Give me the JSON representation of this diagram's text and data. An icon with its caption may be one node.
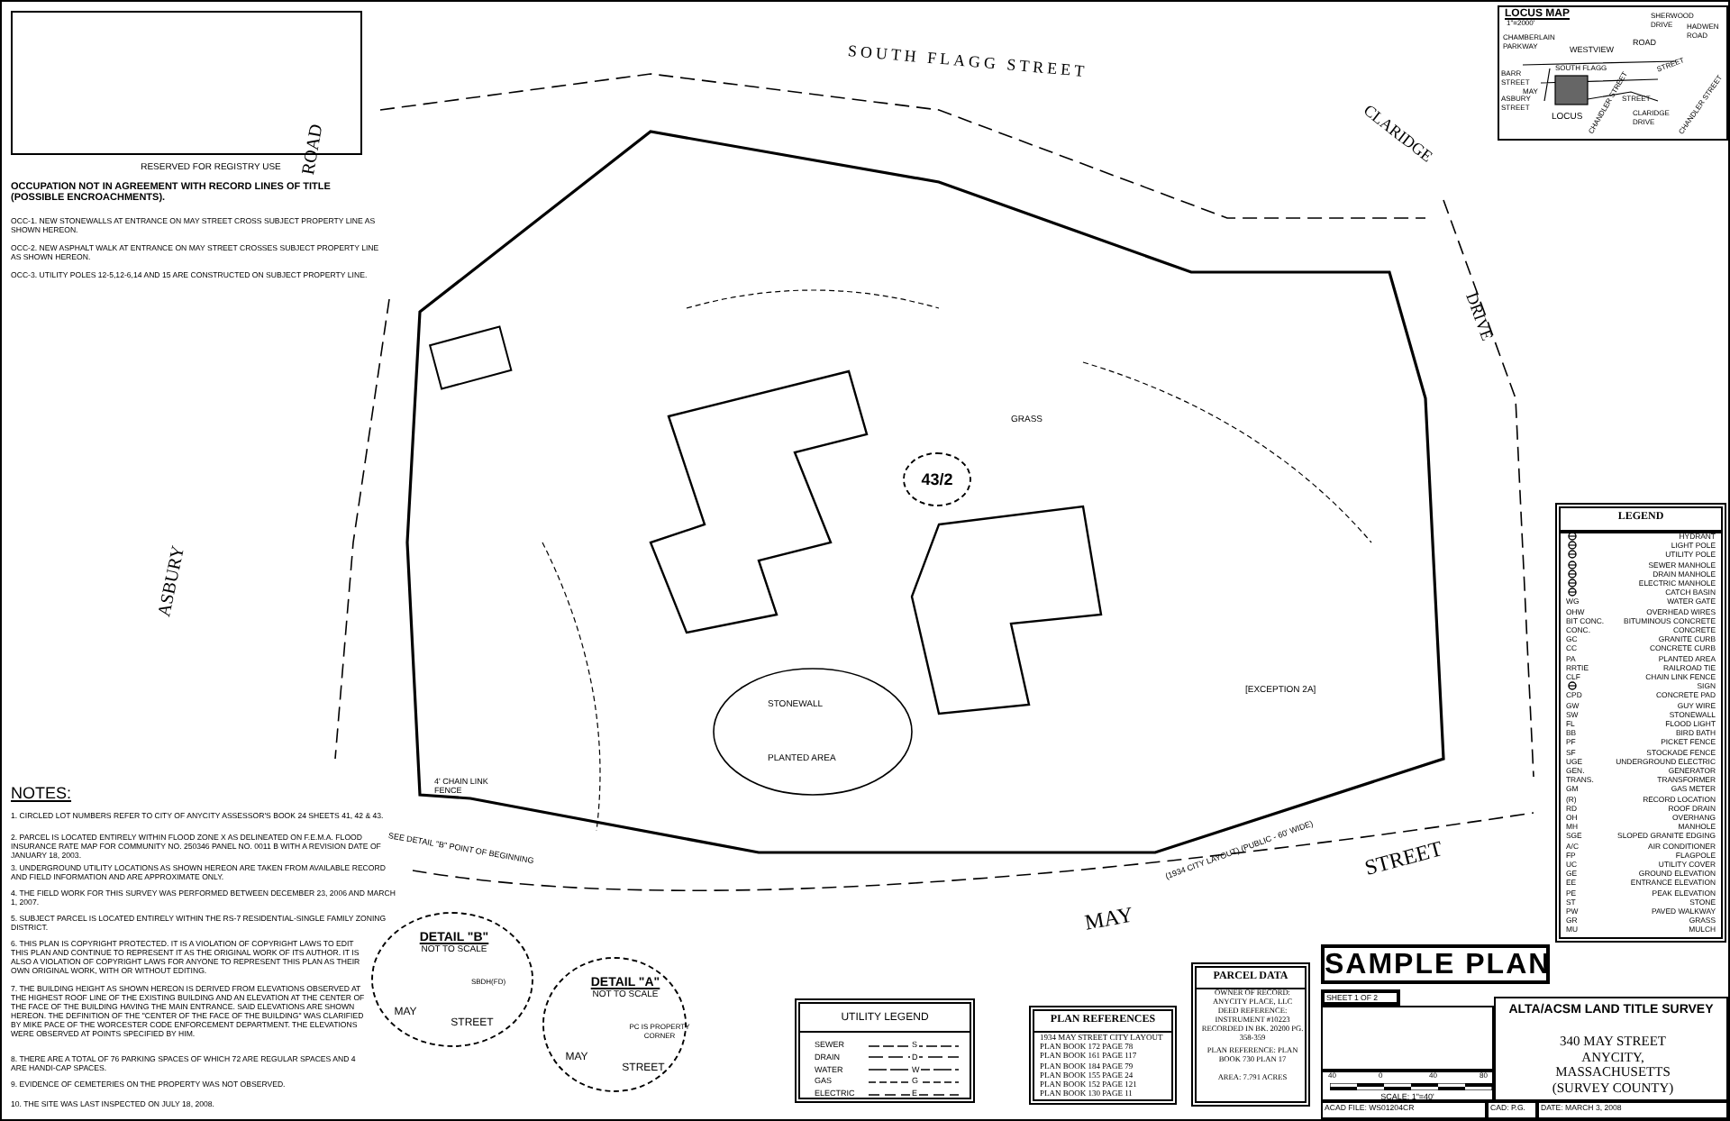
{
  "diagram": {
    "title": "SAMPLE PLAN",
    "nodes": [
      {
        "text": [
          "RESERVED FOR REGISTRY USE"
        ]
      },
      {
        "text": [
          "LOCUS MAP"
        ]
      },
      {
        "text": [
          "43/2"
        ]
      },
      {
        "text": [
          "DETAIL \"B\"",
          "NOT TO SCALE",
          "SBDH(FD)",
          "MAY",
          "STREET"
        ]
      },
      {
        "text": [
          "DETAIL \"A\"",
          "NOT TO SCALE",
          "PC IS PROPERTY CORNER",
          "MAY",
          "STREET"
        ]
      },
      {
        "text": [
          "UTILITY LEGEND"
        ]
      },
      {
        "text": [
          "PLAN REFERENCES",
          "1934 MAY STREET CITY LAYOUT",
          "PLAN BOOK 172 PAGE 78",
          "PLAN BOOK 161 PAGE 117",
          "PLAN BOOK 184 PAGE 79",
          "PLAN BOOK 155 PAGE 24",
          "PLAN BOOK 152 PAGE 121",
          "PLAN BOOK 130 PAGE 11"
        ]
      },
      {
        "text": [
          "PARCEL DATA",
          "OWNER OF RECORD: ANYCITY PLACE, LLC",
          "DEED REFERENCE: INSTRUMENT #10223 RECORDED IN BK. 20200 PG. 358-359",
          "PLAN REFERENCE: PLAN BOOK 730 PLAN 17",
          "AREA: 7.791 ACRES"
        ]
      },
      {
        "text": [
          "LEGEND"
        ]
      },
      {
        "text": [
          "SHEET 1 OF 2"
        ]
      },
      {
        "text": [],
        "shape": "box"
      },
      {
        "text": [
          "40",
          "0",
          "40",
          "80",
          "SCALE: 1\"=40'"
        ]
      },
      {
        "text": [
          "ALTA/ACSM LAND TITLE SURVEY",
          "340 MAY STREET ANYCITY, MASSACHUSETTS (SURVEY COUNTY)"
        ]
      },
      {
        "text": [
          "ACAD FILE: WS01204CR"
        ]
      },
      {
        "text": [
          "CAD: P.G."
        ]
      },
      {
        "text": [
          "DATE: MARCH 3, 2008"
        ]
      }
    ],
    "labels": [
      "OCCUPATION NOT IN AGREEMENT WITH RECORD LINES OF TITLE (POSSIBLE ENCROACHMENTS).",
      "OCC-1. NEW STONEWALLS AT ENTRANCE ON MAY STREET CROSS SUBJECT PROPERTY LINE AS SHOWN HEREON.",
      "OCC-2. NEW ASPHALT WALK AT ENTRANCE ON MAY STREET CROSSES SUBJECT PROPERTY LINE AS SHOWN HEREON.",
      "OCC-3. UTILITY POLES 12-5,12-6,14 AND 15 ARE CONSTRUCTED ON SUBJECT PROPERTY LINE.",
      "NOTES:",
      "1. CIRCLED LOT NUMBERS REFER TO CITY OF ANYCITY ASSESSOR'S BOOK 24 SHEETS 41, 42 & 43.",
      "2. PARCEL IS LOCATED ENTIRELY WITHIN FLOOD ZONE X AS DELINEATED ON F.E.M.A. FLOOD INSURANCE RATE MAP FOR COMMUNITY NO. 250346 PANEL NO. 0011 B WITH A REVISION DATE OF JANUARY 18, 2003.",
      "3. UNDERGROUND UTILITY LOCATIONS AS SHOWN HEREON ARE TAKEN FROM AVAILABLE RECORD AND FIELD INFORMATION AND ARE APPROXIMATE ONLY.",
      "4. THE FIELD WORK FOR THIS SURVEY WAS PERFORMED BETWEEN DECEMBER 23, 2006 AND MARCH 1, 2007.",
      "5. SUBJECT PARCEL IS LOCATED ENTIRELY WITHIN THE RS-7 RESIDENTIAL-SINGLE FAMILY ZONING DISTRICT.",
      "6. THIS PLAN IS COPYRIGHT PROTECTED. IT IS A VIOLATION OF COPYRIGHT LAWS TO EDIT THIS PLAN AND CONTINUE TO REPRESENT IT AS THE ORIGINAL WORK OF ITS AUTHOR. IT IS ALSO A VIOLATION OF COPYRIGHT LAWS FOR ANYONE TO REPRESENT THIS PLAN AS THEIR OWN ORIGINAL WORK, WITH OR WITHOUT EDITING.",
      "7. THE BUILDING HEIGHT AS SHOWN HEREON IS DERIVED FROM ELEVATIONS OBSERVED AT THE HIGHEST ROOF LINE OF THE EXISTING BUILDING AND AN ELEVATION AT THE CENTER OF THE FACE OF THE BUILDING HAVING THE MAIN ENTRANCE. SAID ELEVATIONS ARE SHOWN HEREON. THE DEFINITION OF THE \"CENTER OF THE FACE OF THE BUILDING\" WAS CLARIFIED BY MIKE PACE OF THE WORCESTER CODE ENFORCEMENT DEPARTMENT. THE ELEVATIONS WERE OBSERVED AT POINTS SPECIFIED BY HIM.",
      "8. THERE ARE A TOTAL OF 76 PARKING SPACES OF WHICH 72 ARE REGULAR SPACES AND 4 ARE HANDI-CAP SPACES.",
      "9. EVIDENCE OF CEMETERIES ON THE PROPERTY WAS NOT OBSERVED.",
      "10. THE SITE WAS LAST INSPECTED ON JULY 18, 2008.",
      "SOUTH FLAGG STREET",
      "CLARIDGE",
      "DRIVE",
      "ROAD",
      "ASBURY",
      "MAY",
      "STREET",
      "(1934 CITY LAYOUT) (PUBLIC - 60' WIDE)",
      "STONEWALL",
      "PLANTED AREA",
      "GRASS",
      "[EXCEPTION 2A]",
      "SEE DETAIL \"B\" POINT OF BEGINNING",
      "4' CHAIN LINK FENCE",
      "1\"=2000'",
      "CHAMBERLAIN PARKWAY",
      "WESTVIEW",
      "ROAD",
      "SHERWOOD DRIVE",
      "HADWEN ROAD",
      "SOUTH FLAGG",
      "STREET",
      "BARR STREET",
      "ASBURY STREET",
      "MAY",
      "LOCUS",
      "STREET",
      "CLARIDGE DRIVE",
      "CHANDLER STREET",
      "CHANDLER STREET",
      "S",
      "D",
      "W",
      "G",
      "E",
      "WG",
      "OHW",
      "BIT CONC.",
      "CONC.",
      "GC",
      "CC",
      "PA",
      "RRTIE",
      "CLF",
      "CPD",
      "GW",
      "SW",
      "FL",
      "BB",
      "PF",
      "SF",
      "UGE",
      "GEN.",
      "TRANS.",
      "GM",
      "(R)",
      "RD",
      "OH",
      "MH",
      "SGE",
      "A/C",
      "FP",
      "UC",
      "GE",
      "EE",
      "PE",
      "ST",
      "PW",
      "GR",
      "MU"
    ],
    "legend": [
      {
        "text": "HYDRANT"
      },
      {
        "text": "LIGHT POLE"
      },
      {
        "text": "UTILITY POLE"
      },
      {
        "text": "SEWER MANHOLE"
      },
      {
        "text": "DRAIN MANHOLE"
      },
      {
        "text": "ELECTRIC MANHOLE"
      },
      {
        "text": "CATCH BASIN"
      },
      {
        "text": "WATER GATE"
      },
      {
        "text": "OVERHEAD WIRES"
      },
      {
        "text": "BITUMINOUS CONCRETE"
      },
      {
        "text": "CONCRETE"
      },
      {
        "text": "GRANITE CURB"
      },
      {
        "text": "CONCRETE CURB"
      },
      {
        "text": "PLANTED AREA"
      },
      {
        "text": "RAILROAD TIE"
      },
      {
        "text": "CHAIN LINK FENCE"
      },
      {
        "text": "SIGN"
      },
      {
        "text": "CONCRETE PAD"
      },
      {
        "text": "GUY WIRE"
      },
      {
        "text": "STONEWALL"
      },
      {
        "text": "FLOOD LIGHT"
      },
      {
        "text": "BIRD BATH"
      },
      {
        "text": "PICKET FENCE"
      },
      {
        "text": "STOCKADE FENCE"
      },
      {
        "text": "UNDERGROUND ELECTRIC"
      },
      {
        "text": "GENERATOR"
      },
      {
        "text": "TRANSFORMER"
      },
      {
        "text": "GAS METER"
      },
      {
        "text": "RECORD LOCATION"
      },
      {
        "text": "ROOF DRAIN"
      },
      {
        "text": "OVERHANG"
      },
      {
        "text": "MANHOLE"
      },
      {
        "text": "SLOPED GRANITE EDGING"
      },
      {
        "text": "AIR CONDITIONER"
      },
      {
        "text": "FLAGPOLE"
      },
      {
        "text": "UTILITY COVER"
      },
      {
        "text": "GROUND ELEVATION"
      },
      {
        "text": "ENTRANCE ELEVATION"
      },
      {
        "text": "PEAK ELEVATION"
      },
      {
        "text": "STONE"
      },
      {
        "text": "PAVED WALKWAY"
      },
      {
        "text": "GRASS"
      },
      {
        "text": "MULCH"
      },
      {
        "text": "SEWER"
      },
      {
        "text": "DRAIN"
      },
      {
        "text": "WATER"
      },
      {
        "text": "GAS"
      },
      {
        "text": "ELECTRIC"
      }
    ]
  }
}
